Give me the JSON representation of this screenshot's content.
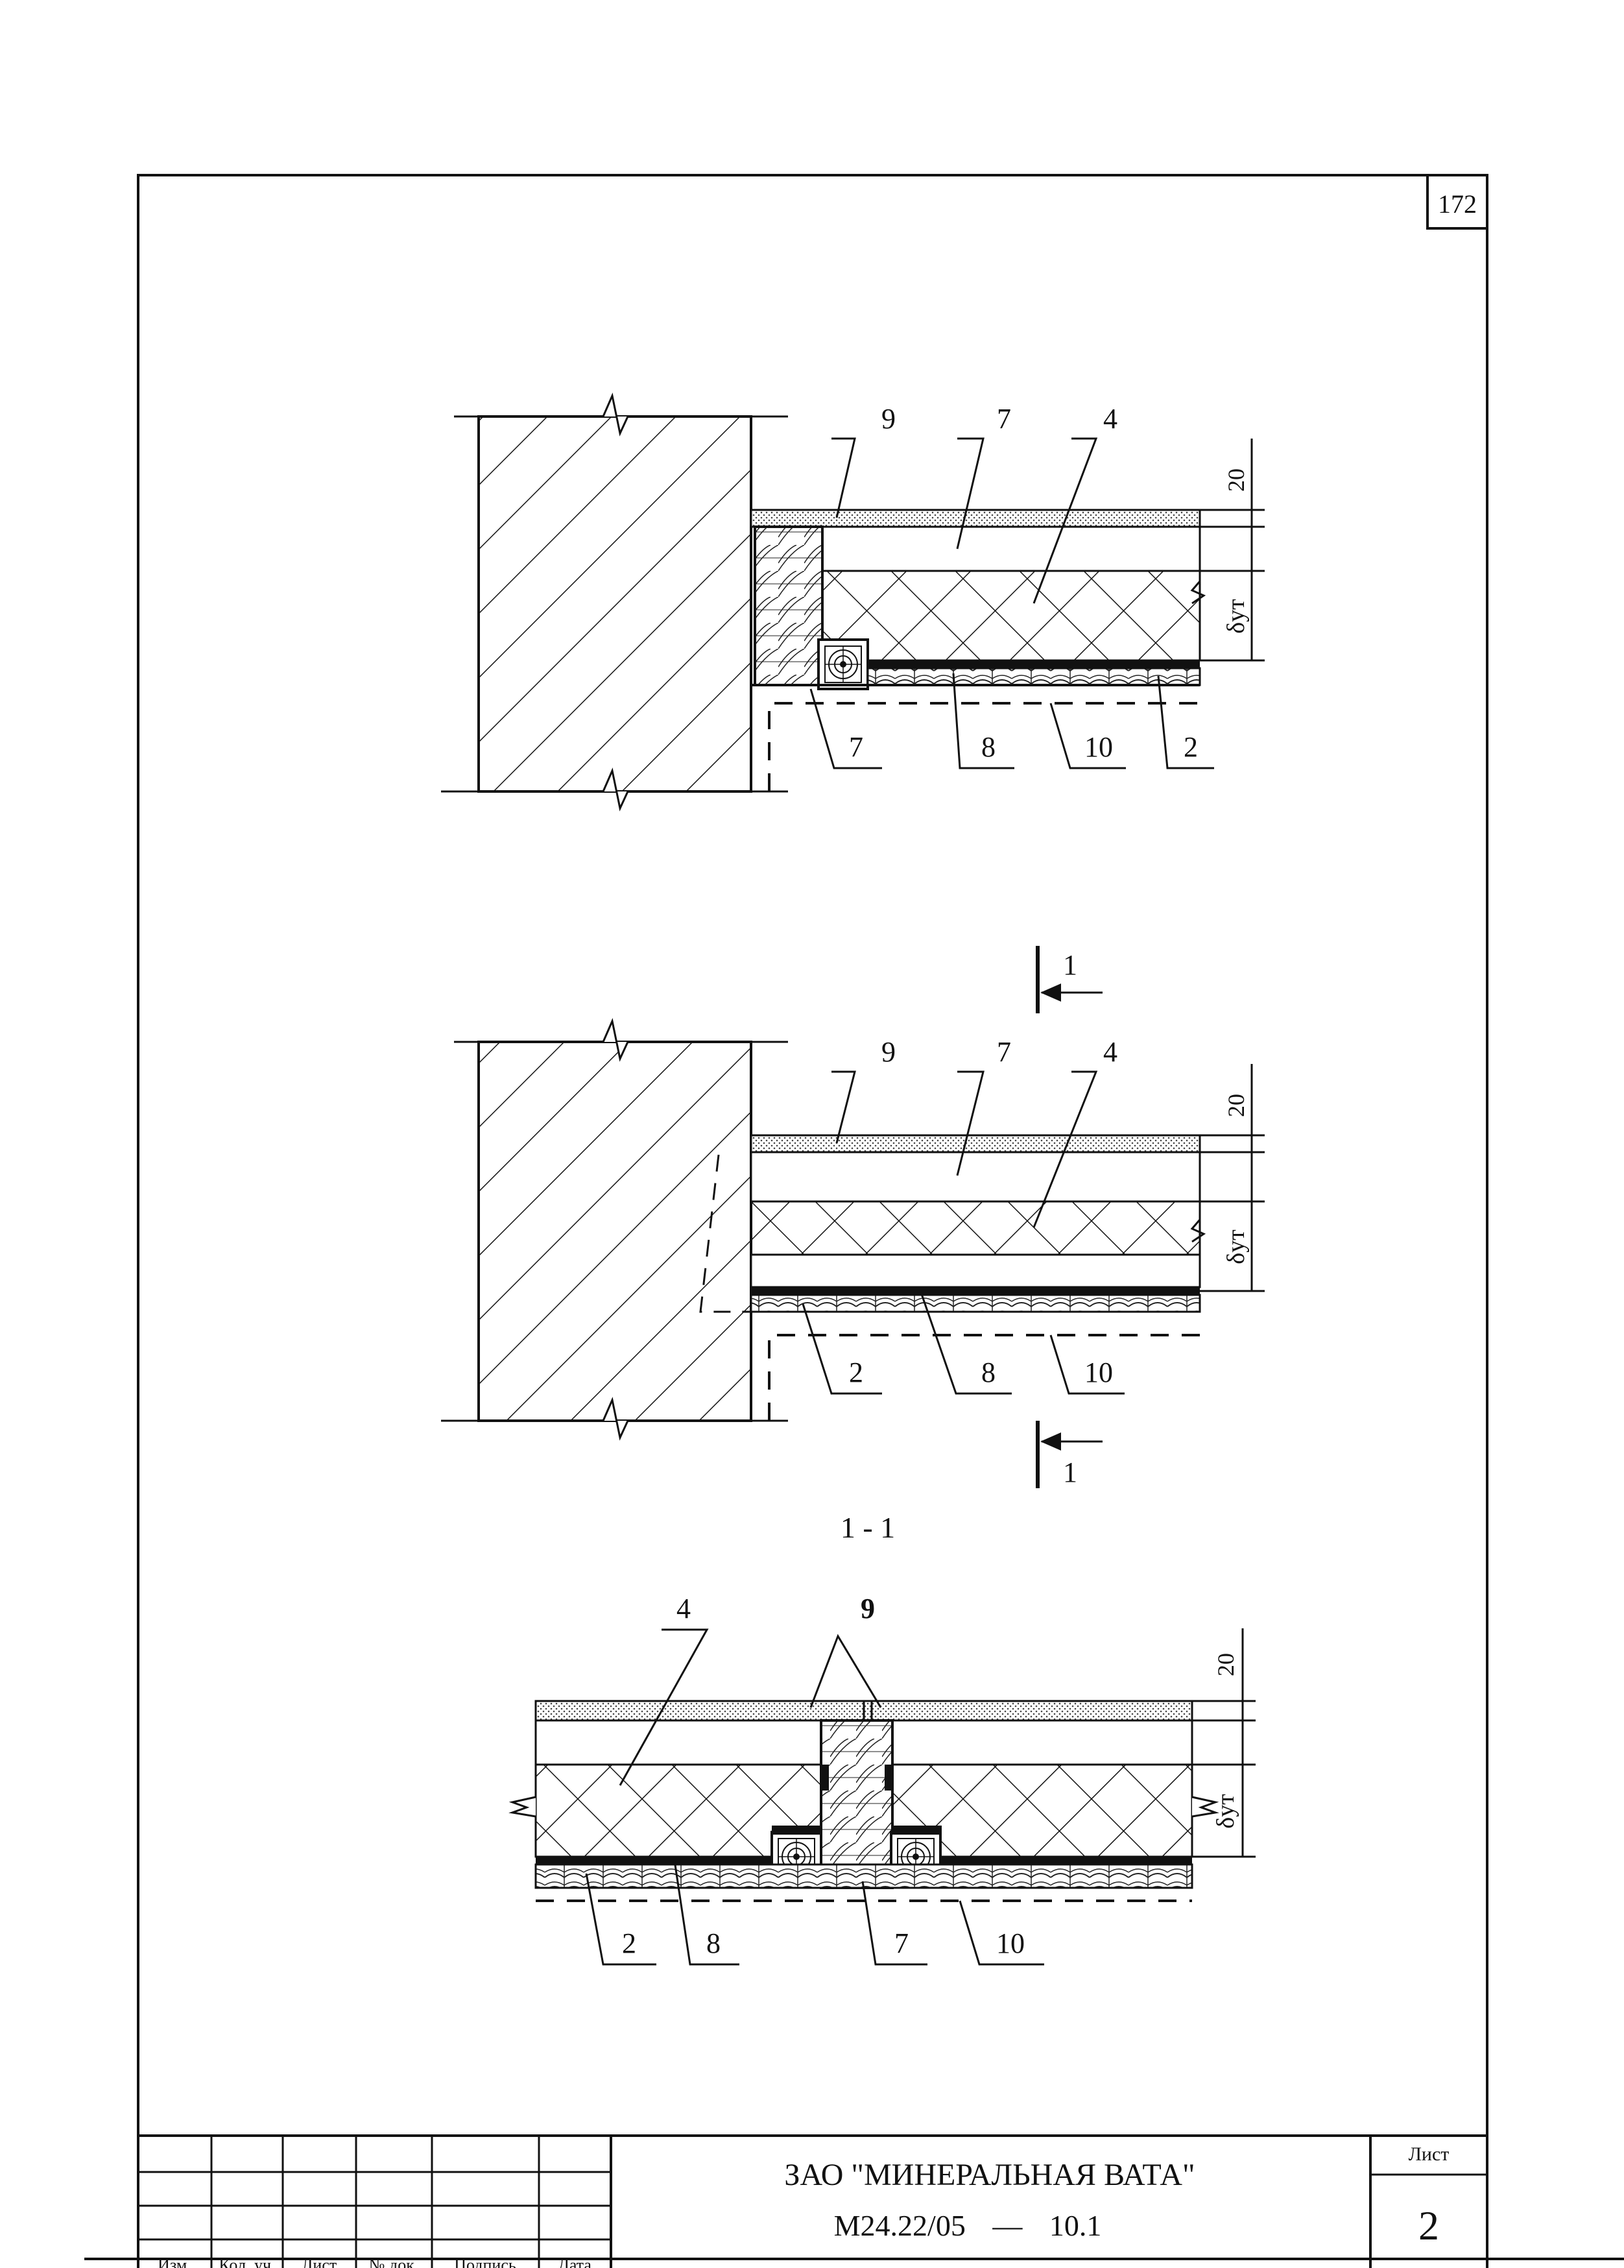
{
  "sheet": {
    "page_number": "172"
  },
  "details": [
    {
      "id": "detail-1",
      "top_labels": [
        "9",
        "7",
        "4"
      ],
      "bottom_labels": [
        "7",
        "8",
        "10",
        "2"
      ],
      "dimension_top": "20",
      "dimension_insulation": "δут"
    },
    {
      "id": "detail-2",
      "top_labels": [
        "9",
        "7",
        "4"
      ],
      "bottom_labels": [
        "2",
        "8",
        "10"
      ],
      "dimension_top": "20",
      "dimension_insulation": "δут",
      "section_mark": "1"
    },
    {
      "id": "section-1-1",
      "title": "1 - 1",
      "top_labels": [
        "4",
        "9"
      ],
      "bottom_labels": [
        "2",
        "8",
        "7",
        "10"
      ],
      "dimension_top": "20",
      "dimension_insulation": "δут"
    }
  ],
  "title_block": {
    "headers": [
      "Изм.",
      "Кол. уч.",
      "Лист",
      "№ док.",
      "Подпись",
      "Дата"
    ],
    "company": "ЗАО \"МИНЕРАЛЬНАЯ ВАТА\"",
    "code": "М24.22/05",
    "dash": "—",
    "number": "10.1",
    "sheet_label": "Лист",
    "sheet_number": "2"
  }
}
